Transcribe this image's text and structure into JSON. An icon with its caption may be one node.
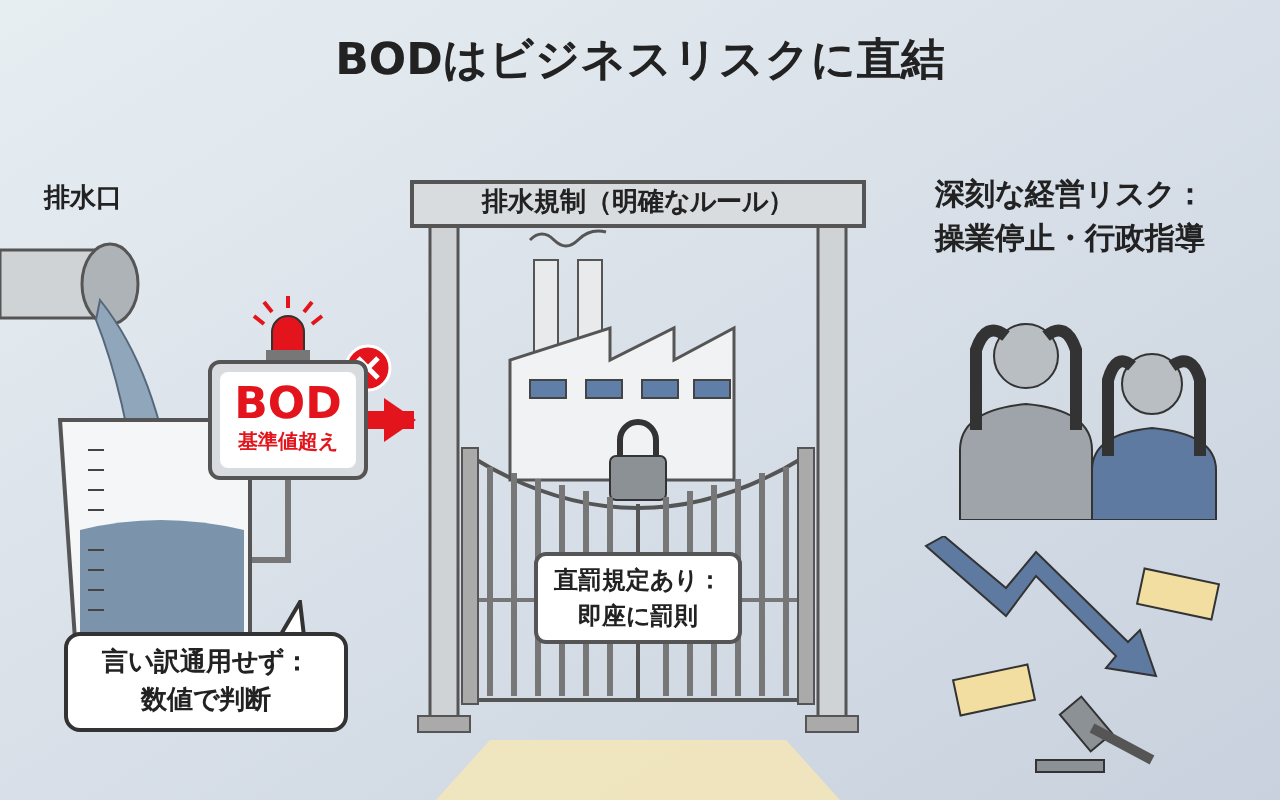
{
  "diagram": {
    "title": "BODはビジネスリスクに直結",
    "nodes": [
      {
        "text": [
          "BOD",
          "基準値超え"
        ]
      },
      {
        "text": [
          "言い訳通用せず：数値で判断"
        ]
      },
      {
        "text": [
          "排水規制（明確なルール）"
        ]
      },
      {
        "text": [
          "直罰規定あり：即座に罰則"
        ],
        "in": 2
      }
    ],
    "edges": [
      {
        "from": 0,
        "to": 2,
        "arrow": "to"
      }
    ],
    "labels": [
      "排水口",
      "深刻な経営リスク：操業停止・行政指導"
    ]
  }
}
